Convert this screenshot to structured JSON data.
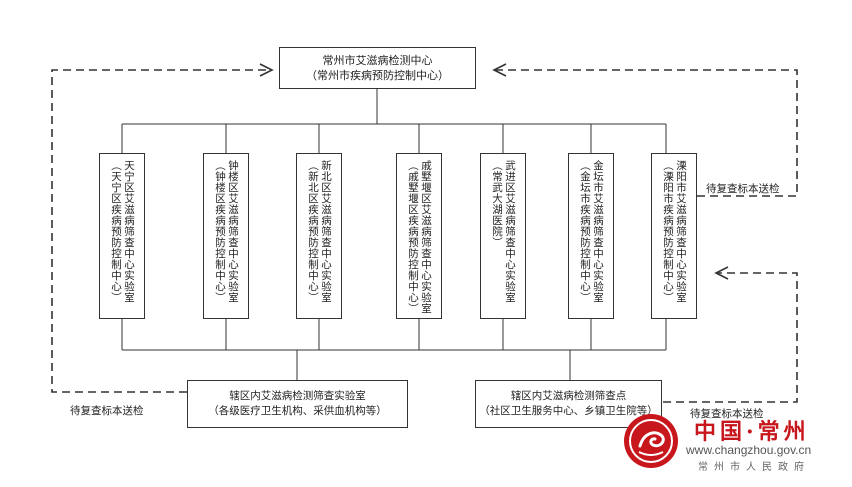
{
  "top_center": {
    "name": "常州市艾滋病检测中心",
    "subname": "（常州市疾病预防控制中心）"
  },
  "labs": [
    {
      "name": "天宁区艾滋病筛查中心实验室",
      "sub": "（天宁区疾病预防控制中心）"
    },
    {
      "name": "钟楼区艾滋病筛查中心实验室",
      "sub": "（钟楼区疾病预防控制中心）"
    },
    {
      "name": "新北区艾滋病筛查中心实验室",
      "sub": "（新北区疾病预防控制中心）"
    },
    {
      "name": "戚墅堰区艾滋病筛查中心实验室",
      "sub": "（戚墅堰区疾病预防控制中心）"
    },
    {
      "name": "武进区艾滋病筛查中心实验室",
      "sub": "（常武大湖医院）"
    },
    {
      "name": "金坛市艾滋病筛查中心实验室",
      "sub": "（金坛市疾病预防控制中心）"
    },
    {
      "name": "溧阳市艾滋病筛查中心实验室",
      "sub": "（溧阳市疾病预防控制中心）"
    }
  ],
  "bottom_left": {
    "name": "辖区内艾滋病检测筛查实验室",
    "sub": "（各级医疗卫生机构、采供血机构等）"
  },
  "bottom_right": {
    "name": "辖区内艾滋病检测筛查点",
    "sub": "（社区卫生服务中心、乡镇卫生院等）"
  },
  "notes": {
    "resend_right_top": "待复查标本送检",
    "resend_left_bottom": "待复查标本送检",
    "resend_right_bottom": "待复查标本送检"
  },
  "watermark": {
    "main": "中国·常州",
    "url": "www.changzhou.gov.cn",
    "sub": "常州市人民政府"
  },
  "colors": {
    "line": "#333333",
    "brand_red": "#c8161d"
  }
}
